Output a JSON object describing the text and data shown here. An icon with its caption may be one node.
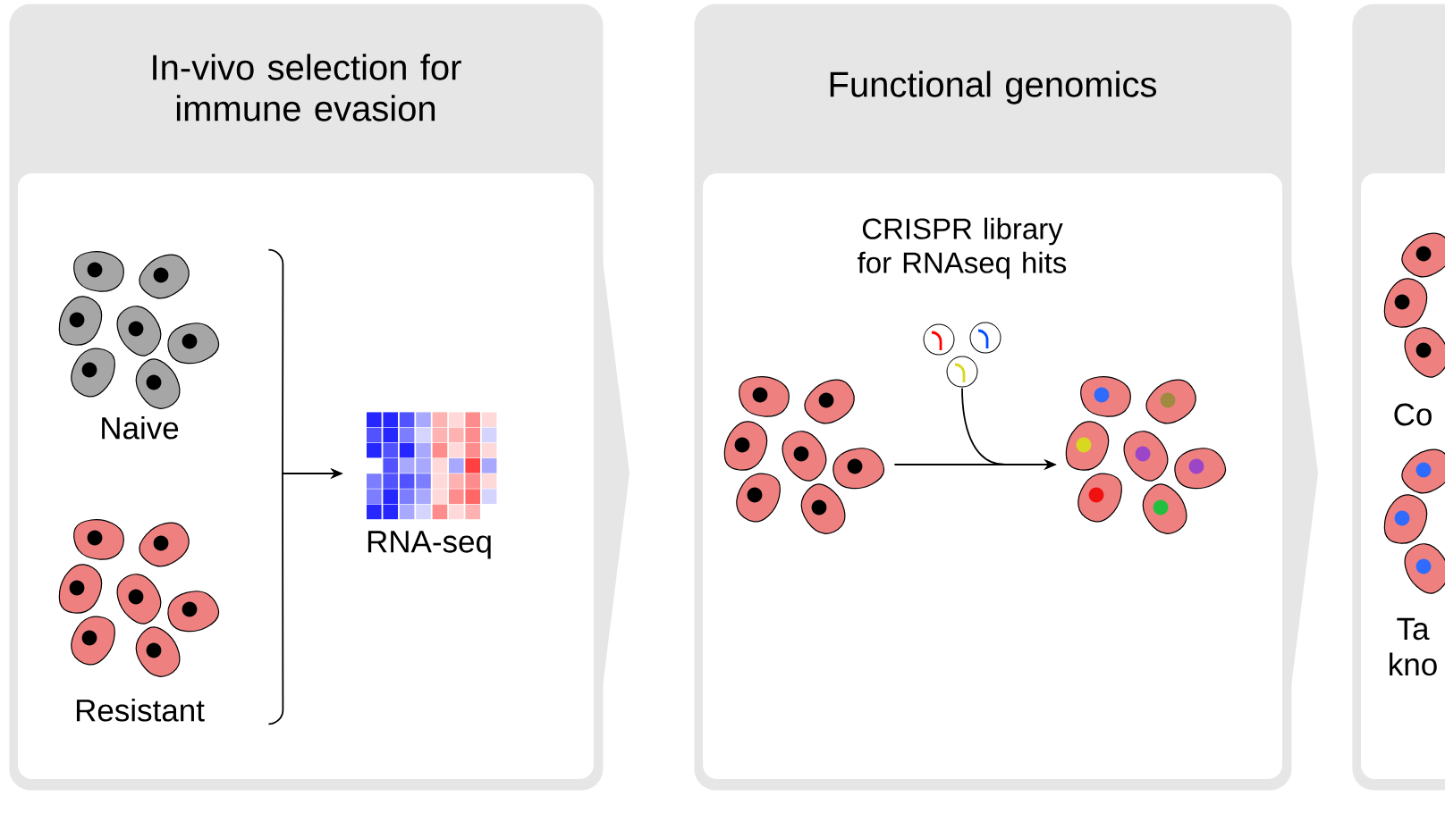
{
  "diagram": {
    "nodes": [
      {
        "text": [
          "In-vivo selection for immune evasion"
        ]
      },
      {
        "text": [
          "Naive"
        ],
        "in": 0
      },
      {
        "text": [
          "Resistant"
        ],
        "in": 0
      },
      {
        "text": [
          "RNA-seq"
        ],
        "in": 0
      },
      {
        "text": [
          "Functional genomics"
        ]
      },
      {
        "text": [
          "CRISPR library for RNAseq hits"
        ],
        "in": 4
      },
      {
        "text": [],
        "shape": "picture",
        "in": 4
      },
      {
        "text": [],
        "shape": "picture",
        "in": 4
      },
      {
        "text": [],
        "shape": "box"
      },
      {
        "text": [
          "Co"
        ],
        "in": 8
      },
      {
        "text": [
          "Ta kno"
        ],
        "in": 8
      }
    ],
    "edges": [
      {
        "from": 1,
        "to": 3,
        "arrow": "to"
      },
      {
        "from": 2,
        "to": 3,
        "arrow": "to"
      },
      {
        "from": 6,
        "to": 7,
        "arrow": "to"
      },
      {
        "from": 5,
        "to": 7,
        "arrow": "to"
      },
      {
        "from": 0,
        "to": 4,
        "arrow": "to"
      },
      {
        "from": 4,
        "to": 8,
        "arrow": "to"
      }
    ]
  }
}
